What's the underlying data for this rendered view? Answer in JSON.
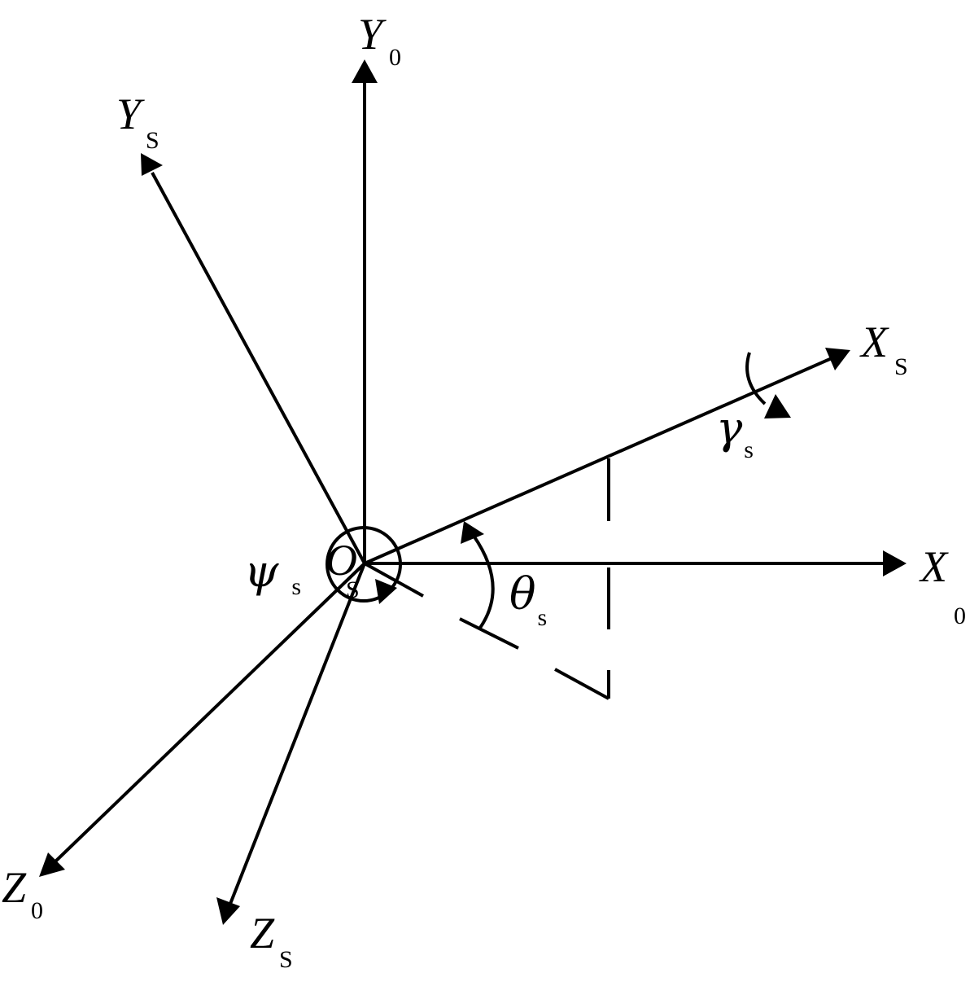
{
  "axes": {
    "y0": {
      "main": "Y",
      "sub": "0"
    },
    "ys": {
      "main": "Y",
      "sub": "S"
    },
    "xs": {
      "main": "X",
      "sub": "S"
    },
    "x0": {
      "main": "X",
      "sub": "0"
    },
    "z0": {
      "main": "Z",
      "sub": "0"
    },
    "zs": {
      "main": "Z",
      "sub": "S"
    }
  },
  "origin": {
    "main": "O",
    "sub": "S"
  },
  "angles": {
    "psi": {
      "main": "ψ",
      "sub": "s"
    },
    "theta": {
      "main": "θ",
      "sub": "s"
    },
    "gamma": {
      "main": "γ",
      "sub": "s"
    }
  },
  "colors": {
    "ink": "#000000",
    "background": "#ffffff"
  }
}
